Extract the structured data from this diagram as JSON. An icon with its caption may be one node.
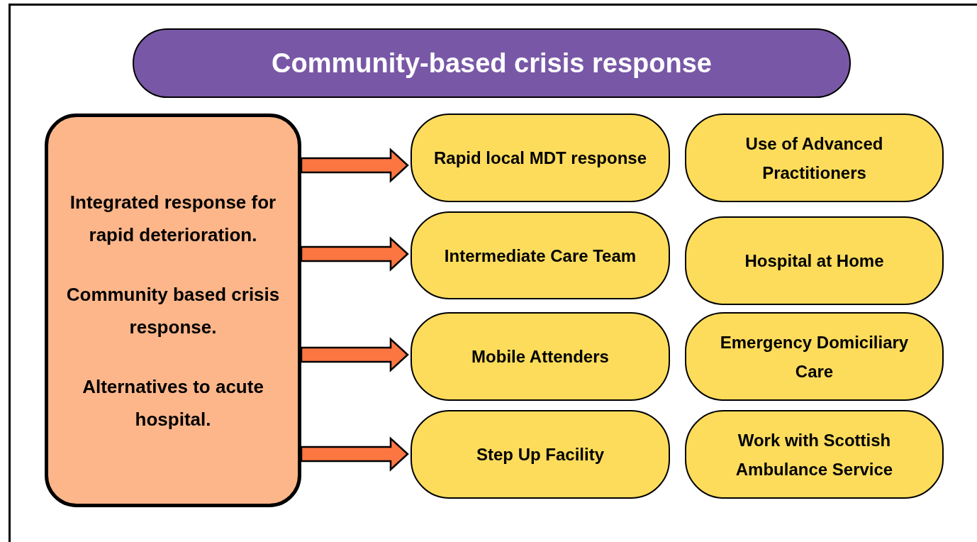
{
  "diagram": {
    "title": "Community-based crisis response",
    "nodes": [
      {
        "text": [
          "Integrated response for rapid deterioration.",
          "Community based crisis response.",
          "Alternatives to acute hospital."
        ]
      },
      {
        "text": [
          "Rapid local MDT response"
        ]
      },
      {
        "text": [
          "Use of Advanced Practitioners"
        ]
      },
      {
        "text": [
          "Intermediate Care Team"
        ]
      },
      {
        "text": [
          "Hospital at Home"
        ]
      },
      {
        "text": [
          "Mobile Attenders"
        ]
      },
      {
        "text": [
          "Emergency Domiciliary Care"
        ]
      },
      {
        "text": [
          "Step Up Facility"
        ]
      },
      {
        "text": [
          "Work with Scottish Ambulance Service"
        ]
      }
    ],
    "edges": [
      {
        "from": 0,
        "to": 1,
        "arrow": "to"
      },
      {
        "from": 0,
        "to": 3,
        "arrow": "to"
      },
      {
        "from": 0,
        "to": 5,
        "arrow": "to"
      },
      {
        "from": 0,
        "to": 7,
        "arrow": "to"
      }
    ]
  }
}
